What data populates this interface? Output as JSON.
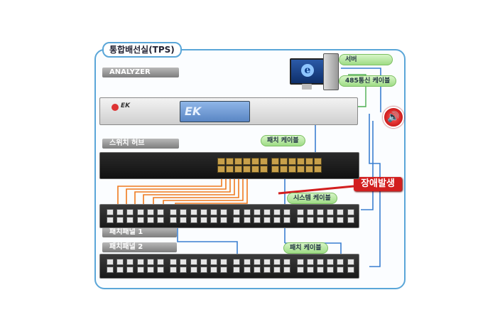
{
  "diagram": {
    "title": "통합배선실(TPS)",
    "analyzer_label": "ANALYZER",
    "analyzer_brand": "EK",
    "switch_label": "스위치 허브",
    "patch_panel_1_label": "패치패널 1",
    "patch_panel_2_label": "패치패널 2",
    "server_label": "서버",
    "rs485_label": "485통신 케이블",
    "patch_cable_top_label": "패치 케이블",
    "system_cable_label": "시스템 케이블",
    "patch_cable_bottom_label": "패치 케이블",
    "alert_label": "장애발생"
  },
  "colors": {
    "frame": "#5aa6d8",
    "orange_cable": "#f07a1e",
    "blue_cable": "#3b7fd0",
    "alert": "#d21f1f"
  },
  "icons": [
    "monitor-icon",
    "pc-tower-icon",
    "speaker-alarm-icon",
    "rj45-connector-icon"
  ]
}
